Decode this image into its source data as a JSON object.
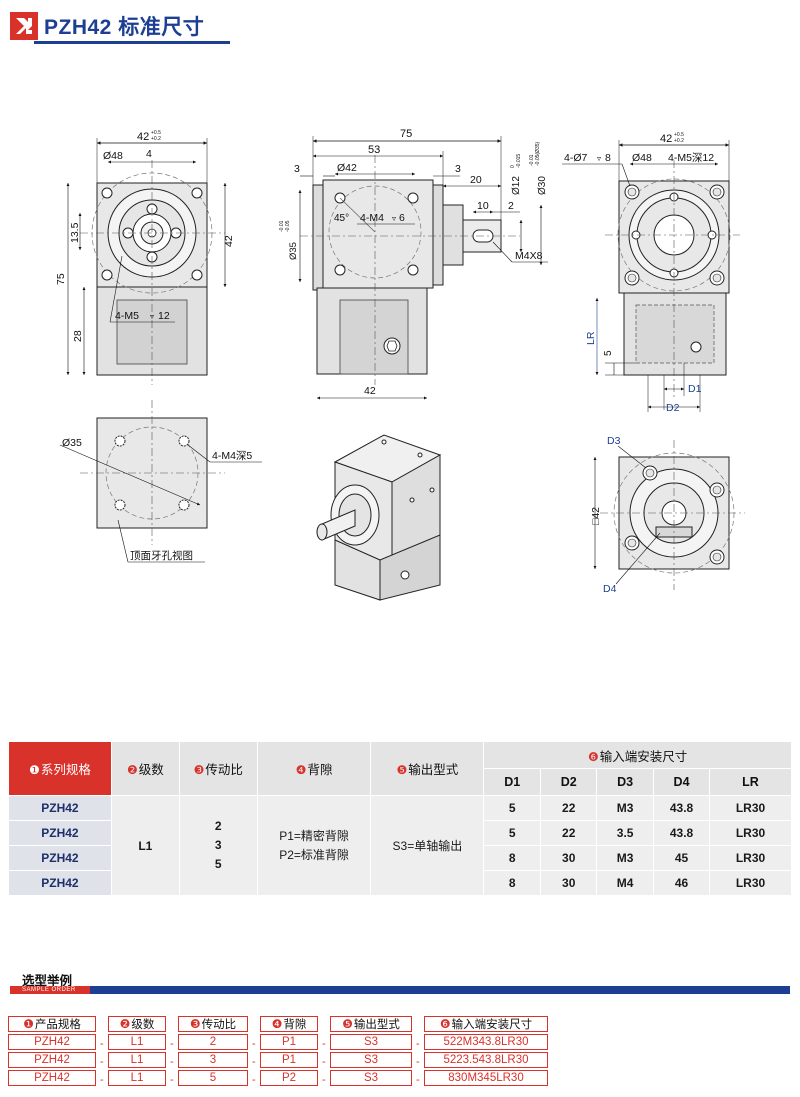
{
  "header": {
    "title": "PZH42 标准尺寸"
  },
  "drawing": {
    "front": {
      "width_dim": "42",
      "width_tol_top": "+0.5",
      "width_tol_bot": "+0.2",
      "bore_dia": "Ø48",
      "offset": "4",
      "side_dim": "13.5",
      "right_dim": "42",
      "height_total": "75",
      "lower_height": "28",
      "screw": "4-M5",
      "screw_depth": "12"
    },
    "side": {
      "length_total": "75",
      "body_len": "53",
      "left_gap": "3",
      "right_gap": "3",
      "pitch_dia": "Ø42",
      "angle": "45°",
      "tap": "4-M4",
      "tap_depth": "6",
      "pilot_dia": "Ø35",
      "pilot_tol_top": "-0.01",
      "pilot_tol_bot": "-0.05",
      "shaft_len": "20",
      "key_len": "10",
      "key_offset": "2",
      "shaft_dia": "Ø12",
      "shaft_tol_top": "0",
      "shaft_tol_bot": "-0.015",
      "flange_dia": "Ø30",
      "flange_tol_top": "-0.01",
      "flange_tol_bot": "-0.05(Ø35)",
      "thread": "M4X8",
      "base_len": "42"
    },
    "rear": {
      "width_dim": "42",
      "width_tol_top": "+0.5",
      "width_tol_bot": "+0.2",
      "holes": "4-Ø7",
      "holes_depth": "8",
      "bore_dia": "Ø48",
      "tap": "4-M5深12",
      "lr": "LR",
      "gap": "5",
      "d1": "D1",
      "d2": "D2"
    },
    "top": {
      "pcd": "Ø35",
      "tap": "4-M4深5",
      "caption": "顶面牙孔视图"
    },
    "input_view": {
      "d3": "D3",
      "square": "□42",
      "d4": "D4"
    }
  },
  "spec_table": {
    "headers": {
      "series": {
        "num": "❶",
        "label": "系列规格"
      },
      "stage": {
        "num": "❷",
        "label": "级数"
      },
      "ratio": {
        "num": "❸",
        "label": "传动比"
      },
      "backlash": {
        "num": "❹",
        "label": "背隙"
      },
      "output": {
        "num": "❺",
        "label": "输出型式"
      },
      "input": {
        "num": "❻",
        "label": "输入端安装尺寸"
      },
      "sub": [
        "D1",
        "D2",
        "D3",
        "D4",
        "LR"
      ]
    },
    "models": [
      "PZH42",
      "PZH42",
      "PZH42",
      "PZH42"
    ],
    "stage": "L1",
    "ratios": [
      "2",
      "3",
      "5"
    ],
    "backlash": [
      "P1=精密背隙",
      "P2=标准背隙"
    ],
    "output": "S3=单轴输出",
    "rows": [
      [
        "5",
        "22",
        "M3",
        "43.8",
        "LR30"
      ],
      [
        "5",
        "22",
        "3.5",
        "43.8",
        "LR30"
      ],
      [
        "8",
        "30",
        "M3",
        "45",
        "LR30"
      ],
      [
        "8",
        "30",
        "M4",
        "46",
        "LR30"
      ]
    ]
  },
  "example": {
    "title": "选型举例",
    "subtitle": "SAMPLE ORDER",
    "headers": [
      {
        "num": "❶",
        "label": "产品规格"
      },
      {
        "num": "❷",
        "label": "级数"
      },
      {
        "num": "❸",
        "label": "传动比"
      },
      {
        "num": "❹",
        "label": "背隙"
      },
      {
        "num": "❺",
        "label": "输出型式"
      },
      {
        "num": "❻",
        "label": "输入端安装尺寸"
      }
    ],
    "rows": [
      [
        "PZH42",
        "L1",
        "2",
        "P1",
        "S3",
        "522M343.8LR30"
      ],
      [
        "PZH42",
        "L1",
        "3",
        "P1",
        "S3",
        "5223.543.8LR30"
      ],
      [
        "PZH42",
        "L1",
        "5",
        "P2",
        "S3",
        "830M345LR30"
      ]
    ],
    "sep": "-"
  },
  "colors": {
    "brand_blue": "#1c3f94",
    "accent_red": "#d8322b"
  }
}
